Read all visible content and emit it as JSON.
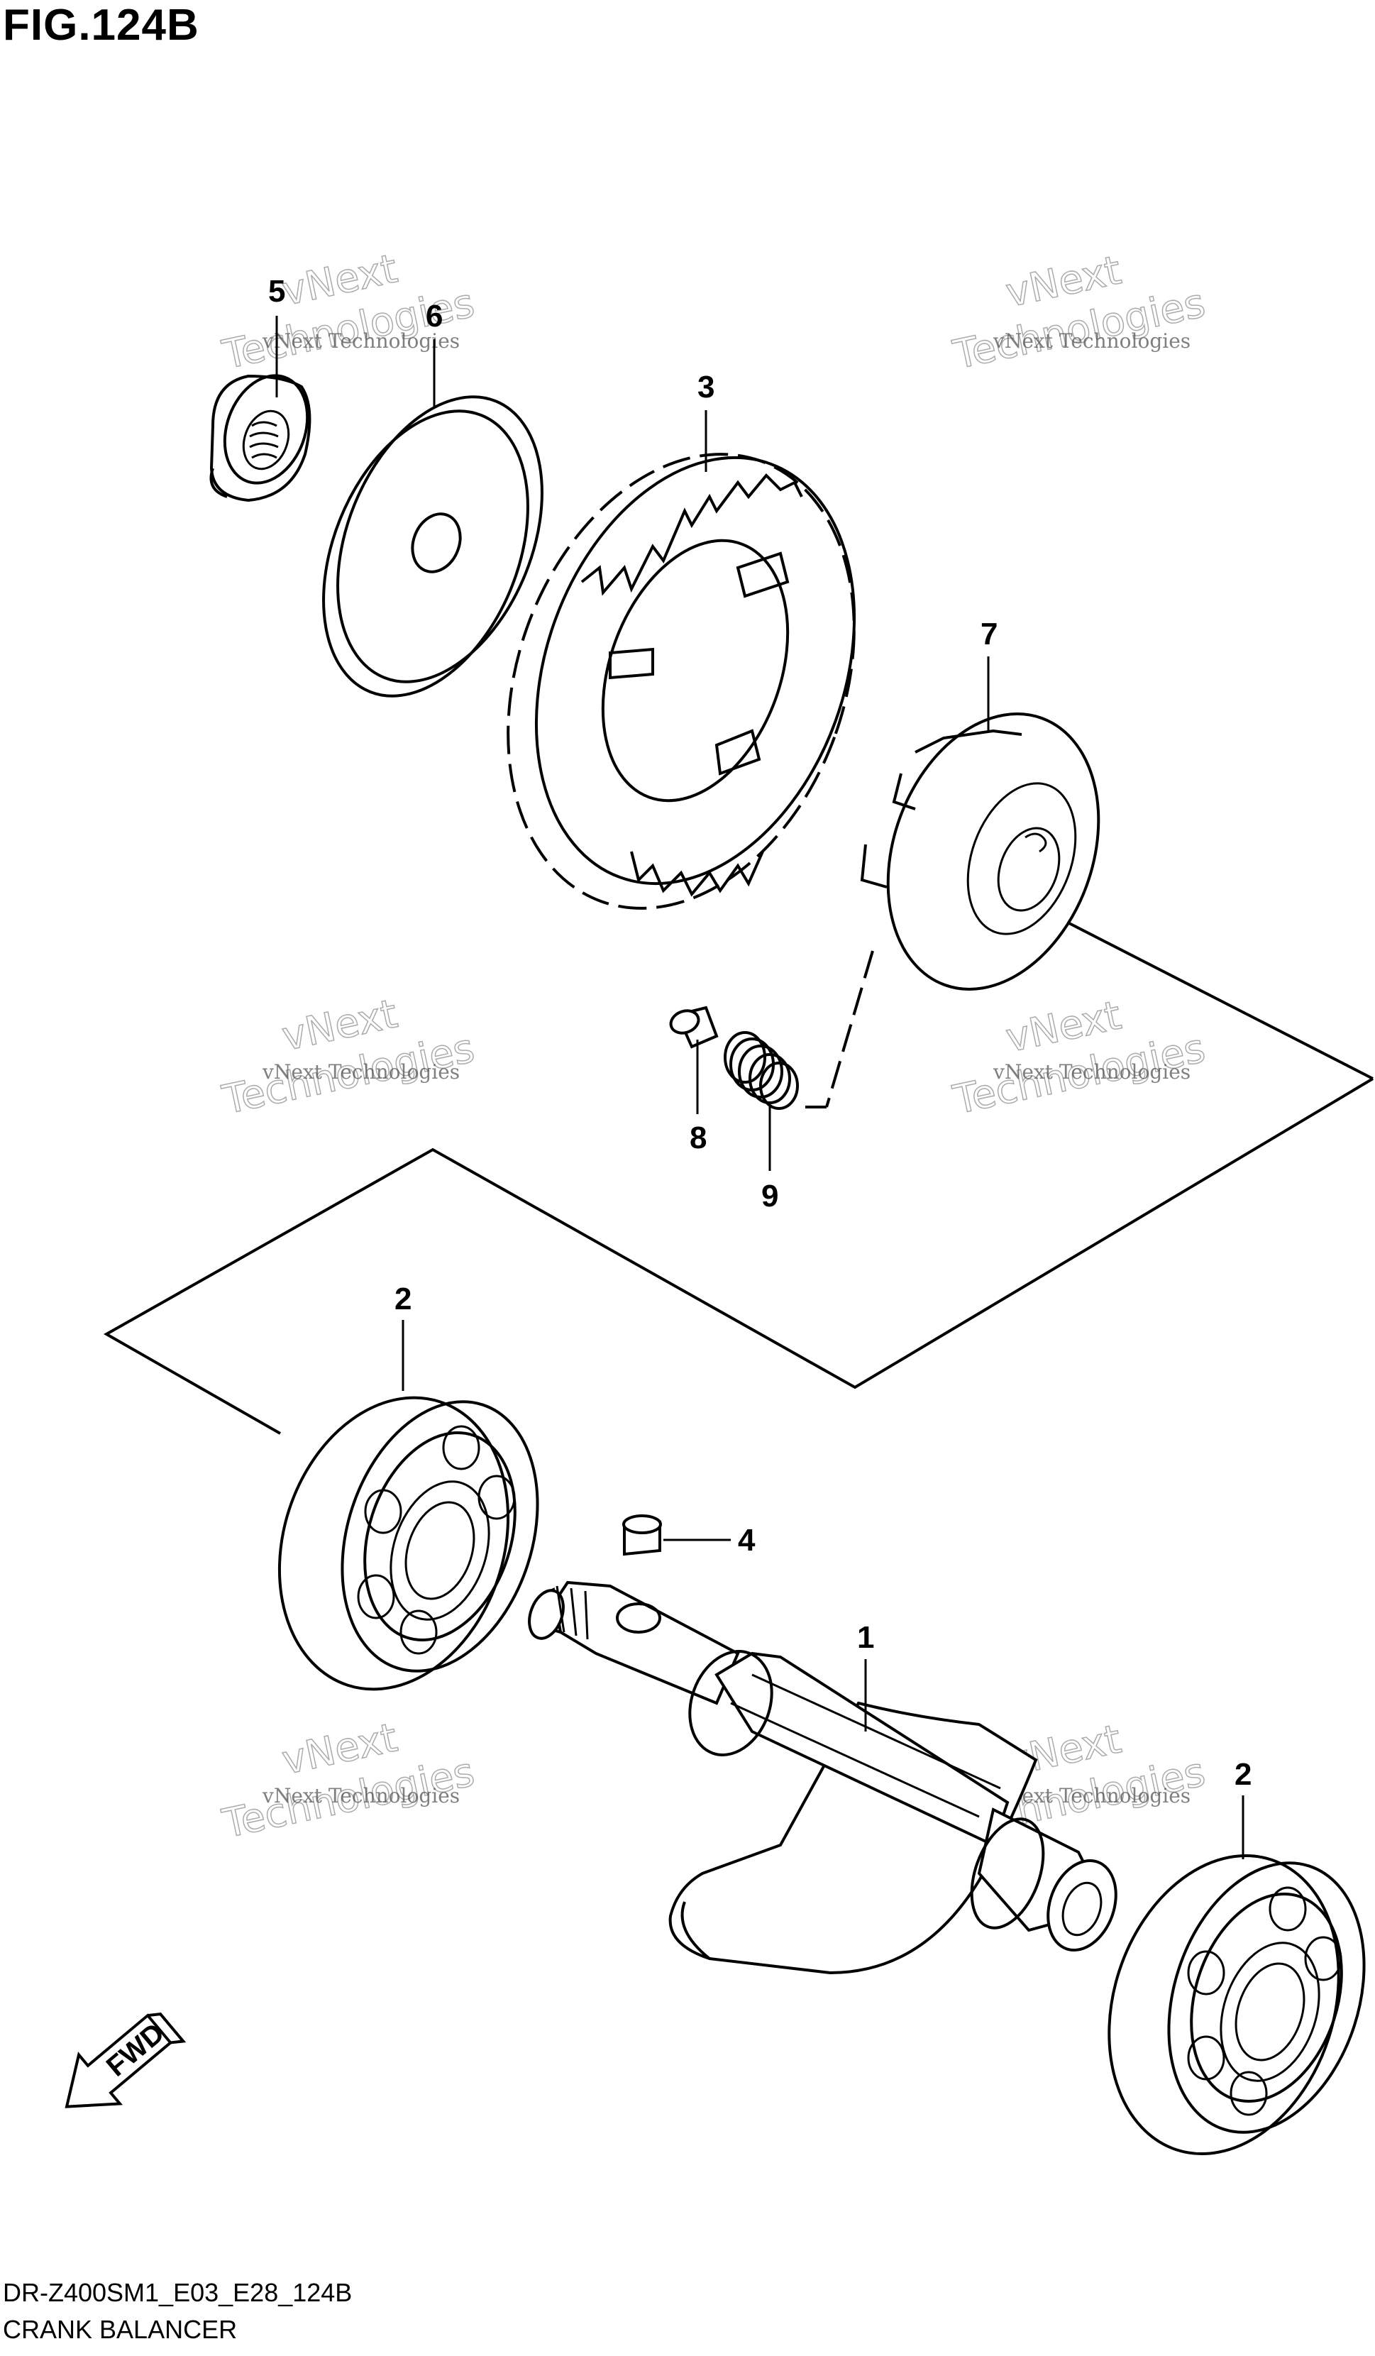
{
  "figure": {
    "title": "FIG.124B"
  },
  "footer": {
    "model_code": "DR-Z400SM1_E03_E28_124B",
    "section_name": "CRANK BALANCER"
  },
  "direction_marker": {
    "label": "FWD"
  },
  "callouts": {
    "p1": "1",
    "p2a": "2",
    "p2b": "2",
    "p3": "3",
    "p4": "4",
    "p5": "5",
    "p6": "6",
    "p7": "7",
    "p8": "8",
    "p9": "9"
  },
  "watermark": {
    "line1": "vNext Technologies",
    "line2": "vNext",
    "line3": "Technologies"
  }
}
